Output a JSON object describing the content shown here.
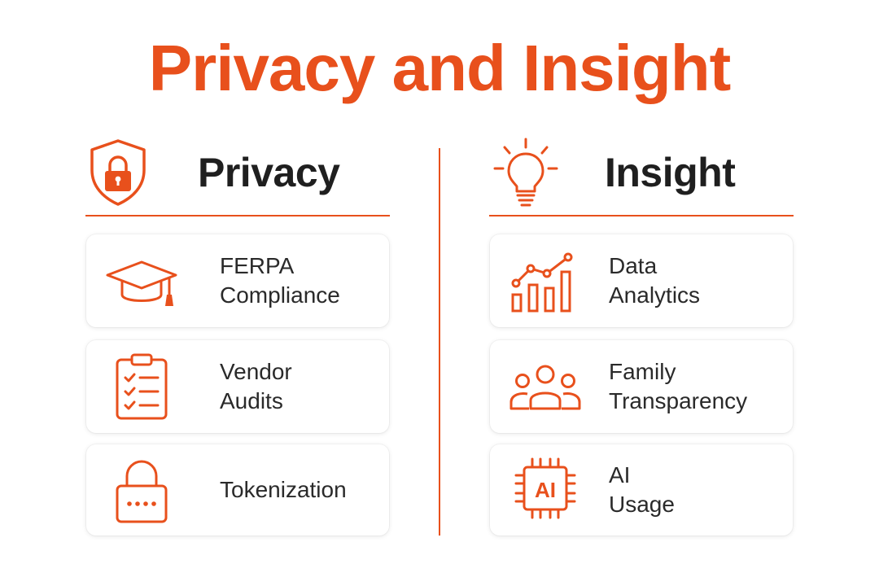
{
  "title": "Privacy and Insight",
  "colors": {
    "accent": "#e8501c",
    "text": "#1f1f1f"
  },
  "columns": [
    {
      "heading": "Privacy",
      "heading_icon": "shield-lock-icon",
      "items": [
        {
          "lines": [
            "FERPA",
            "Compliance"
          ],
          "icon": "graduation-cap-icon"
        },
        {
          "lines": [
            "Vendor",
            "Audits"
          ],
          "icon": "clipboard-checklist-icon"
        },
        {
          "lines": [
            "Tokenization"
          ],
          "icon": "padlock-dots-icon"
        }
      ]
    },
    {
      "heading": "Insight",
      "heading_icon": "lightbulb-icon",
      "items": [
        {
          "lines": [
            "Data",
            "Analytics"
          ],
          "icon": "bar-chart-icon"
        },
        {
          "lines": [
            "Family",
            "Transparency"
          ],
          "icon": "people-group-icon"
        },
        {
          "lines": [
            "AI",
            "Usage"
          ],
          "icon": "ai-chip-icon",
          "icon_label": "AI"
        }
      ]
    }
  ]
}
